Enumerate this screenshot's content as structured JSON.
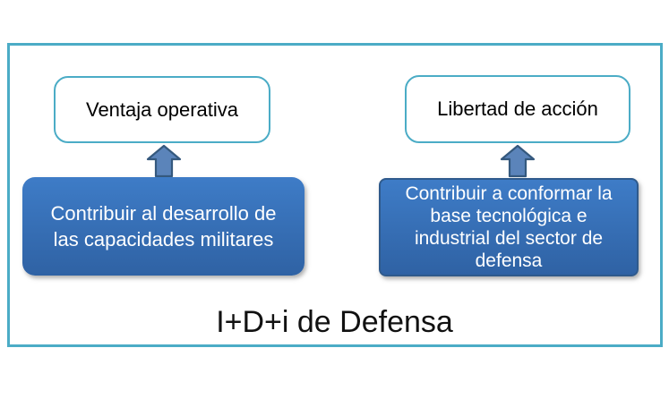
{
  "columns": [
    {
      "top_box": {
        "label": "Ventaja operativa"
      },
      "arrow_icon": "up-arrow",
      "bottom_box": {
        "lines": [
          "Contribuir al desarrollo de",
          "las capacidades militares"
        ]
      }
    },
    {
      "top_box": {
        "label": "Libertad de acción"
      },
      "arrow_icon": "up-arrow",
      "bottom_box": {
        "lines": [
          "Contribuir a conformar la",
          "base tecnológica e",
          "industrial del sector de",
          "defensa"
        ]
      }
    }
  ],
  "footer": {
    "label": "I+D+i de Defensa"
  },
  "colors": {
    "frame_border": "#4BACC6",
    "top_box_border": "#4BACC6",
    "bottom_box_gradient_top": "#3E7CC7",
    "bottom_box_gradient_bottom": "#2F62A4",
    "right_box_border": "#2F5A8C",
    "arrow_fill": "#5B84BA",
    "arrow_stroke": "#35597E",
    "top_box_text": "#000000",
    "bottom_box_text": "#FFFFFF",
    "footer_text": "#111111"
  }
}
